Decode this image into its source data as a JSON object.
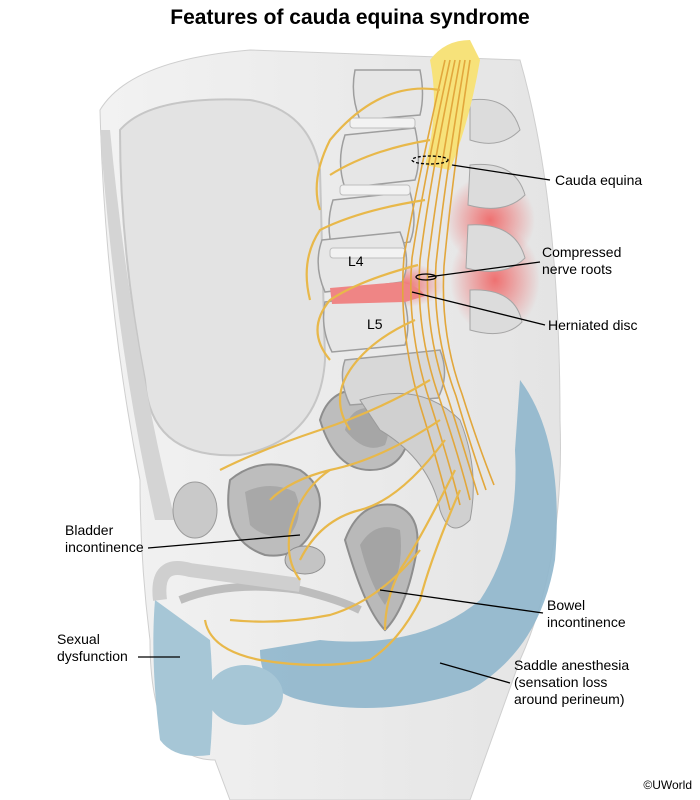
{
  "title": "Features of cauda equina syndrome",
  "vertebrae": {
    "l4": "L4",
    "l5": "L5"
  },
  "labels": {
    "cauda_equina": "Cauda equina",
    "compressed_roots_line1": "Compressed",
    "compressed_roots_line2": "nerve roots",
    "herniated_disc": "Herniated disc",
    "bladder_line1": "Bladder",
    "bladder_line2": "incontinence",
    "sexual_line1": "Sexual",
    "sexual_line2": "dysfunction",
    "bowel_line1": "Bowel",
    "bowel_line2": "incontinence",
    "saddle_line1": "Saddle anesthesia",
    "saddle_line2": "(sensation loss",
    "saddle_line3": "around perineum)"
  },
  "credit": "©UWorld",
  "colors": {
    "nerve": "#e8b84a",
    "spinal_cord": "#f7e27a",
    "inflammation": "#f07a7a",
    "anesthesia_region": "#8fb6cc",
    "bone": "#d9d9d9",
    "soft_tissue": "#ececec"
  }
}
